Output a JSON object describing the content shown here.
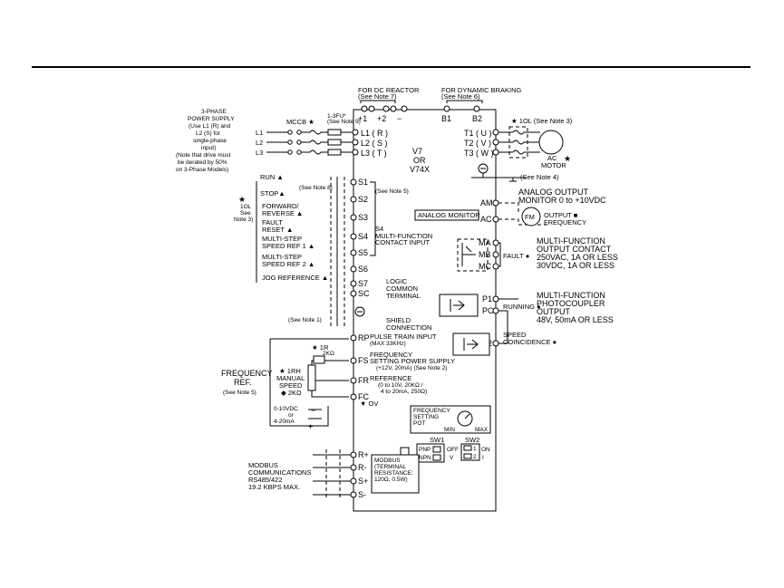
{
  "left_labels": {
    "supply": [
      "3-PHASE",
      "POWER SUPPLY",
      "(Use L1 (R) and",
      "L2 (S) for",
      "single-phase",
      "input)",
      "(Note that drive must",
      "be derated by 50%",
      "on 3-Phase Models)"
    ],
    "lines": [
      "L1",
      "L2",
      "L3"
    ],
    "mccb": "MCCB ★",
    "fu": [
      "1-3FU*",
      "(See Note 9)"
    ],
    "olc": [
      "★",
      "1OL",
      "See",
      "Note 3)"
    ],
    "freq_ref": [
      "FREQUENCY",
      "REF."
    ],
    "freq_ref_note": "(See Note 5)",
    "manual": [
      "★ 1RH",
      "MANUAL",
      "SPEED",
      "◆ 2KΩ"
    ],
    "r1": [
      "★ 1R",
      "2KΩ"
    ],
    "analog_in": [
      "0-10VDC",
      "or",
      "4-20mA"
    ],
    "plus": "+",
    "minus": "−",
    "modbus_left": [
      "MODBUS",
      "COMMUNICATIONS",
      "RS485/422",
      "19.2 KBPS MAX."
    ],
    "note1": "(See Note 1)"
  },
  "top_labels": {
    "dc_reactor": [
      "FOR DC REACTOR",
      "(See Note 7)"
    ],
    "dyn_brake": [
      "FOR DYNAMIC BRAKING",
      "(See Note 6)"
    ],
    "dc_terms": [
      "+1",
      "+2",
      "−",
      "B1",
      "B2"
    ]
  },
  "drive": {
    "model": [
      "V7",
      "OR",
      "V74X"
    ],
    "inputs": [
      "L1 ( R )",
      "L2 ( S )",
      "L3 ( T )"
    ],
    "outputs": [
      "T1 ( U )",
      "T2 ( V )",
      "T3 ( W )"
    ],
    "terminals_left": [
      "S1",
      "S2",
      "S3",
      "S4",
      "S5",
      "S6",
      "S7",
      "SC",
      "RP",
      "FS",
      "FR",
      "FC",
      "R+",
      "R-",
      "S+",
      "S-"
    ],
    "terminals_right": [
      "AM",
      "AC",
      "MA",
      "MB",
      "MC",
      "P1",
      "PC",
      "P2"
    ]
  },
  "controls": {
    "run": "RUN ▲",
    "stop": "STOP▲",
    "fwd_rev": [
      "FORWARD/",
      "REVERSE ▲"
    ],
    "fault_reset": [
      "FAULT",
      "RESET ▲"
    ],
    "ms1": [
      "MULTI-STEP",
      "SPEED REF 1 ▲"
    ],
    "ms2": [
      "MULTI-STEP",
      "SPEED REF 2 ▲"
    ],
    "jog": "JOG REFERENCE ▲",
    "note8": "(See Note 8)",
    "note5": "(See Note 5)",
    "s4_label": [
      "S4",
      "MULTI-FUNCTION",
      "CONTACT INPUT"
    ],
    "logic": [
      "LOGIC",
      "COMMON",
      "TERMINAL"
    ],
    "shield": [
      "SHIELD",
      "CONNECTION"
    ],
    "rp_label": [
      "PULSE TRAIN INPUT",
      "(MAX 33KHz)"
    ],
    "fs_label": [
      "FREQUENCY",
      "SETTING POWER SUPPLY",
      "(+12V, 20mA)  (See Note 2)"
    ],
    "fr_label": [
      "REFERENCE",
      "(0 to 10V, 20KΩ /",
      "4 to 20mA, 250Ω)"
    ],
    "ov": "▼ OV",
    "pot": [
      "FREQUENCY",
      "SETTING",
      "POT"
    ],
    "pot_min": "MIN",
    "pot_max": "MAX",
    "sw1": "SW1",
    "sw2": "SW2",
    "pnp": "PNP",
    "npn": "NPN",
    "off": "OFF",
    "v": "V",
    "on": "ON",
    "i": "I",
    "sw_one": "1",
    "sw_two": "2",
    "modbus_box": [
      "MODBUS",
      "(TERMINAL",
      "RESISTANCE:",
      "120Ω, 0.5W)"
    ]
  },
  "right_labels": {
    "ol": "★ 1OL (See Note 3)",
    "motor": [
      "AC",
      "MOTOR"
    ],
    "motor_star": "★",
    "note4": "(See Note 4)",
    "analog_out": [
      "ANALOG OUTPUT",
      "MONITOR 0 to +10VDC"
    ],
    "analog_monitor": "ANALOG MONITOR",
    "fm": "FM",
    "output_freq": [
      "OUTPUT ■",
      "FREQUENCY"
    ],
    "fault": "FAULT ●",
    "mf_contact": [
      "MULTI-FUNCTION",
      "OUTPUT CONTACT",
      "250VAC, 1A OR LESS",
      "30VDC, 1A OR LESS"
    ],
    "running": "RUNNING ●",
    "mf_photo": [
      "MULTI-FUNCTION",
      "PHOTOCOUPLER",
      "OUTPUT",
      "48V, 50mA OR LESS"
    ],
    "speed": [
      "SPEED",
      "COINCIDENCE ●"
    ]
  }
}
